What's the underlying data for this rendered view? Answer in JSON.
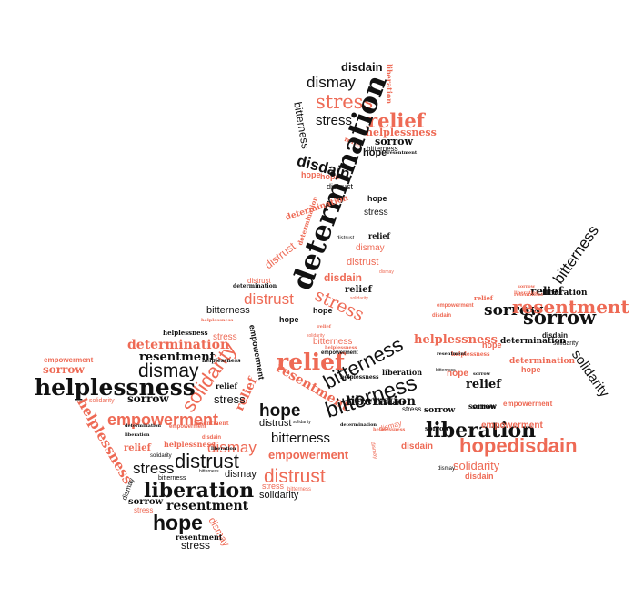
{
  "colors": {
    "dark": "#111111",
    "accent": "#ee6a55"
  },
  "words": [
    {
      "text": "disdain",
      "c": "dark",
      "f": "n",
      "w": "b",
      "size": 13
    },
    {
      "text": "dismay",
      "c": "dark",
      "f": "n",
      "w": "n",
      "size": 17
    },
    {
      "text": "liberation",
      "c": "accent",
      "f": "s",
      "w": "b",
      "size": 8
    },
    {
      "text": "stress",
      "c": "accent",
      "f": "s",
      "w": "n",
      "size": 21
    },
    {
      "text": "bitterness",
      "c": "dark",
      "f": "n",
      "w": "n",
      "size": 12
    },
    {
      "text": "stress",
      "c": "dark",
      "f": "n",
      "w": "n",
      "size": 15
    },
    {
      "text": "relief",
      "c": "accent",
      "f": "s",
      "w": "b",
      "size": 21
    },
    {
      "text": "helplessness",
      "c": "accent",
      "f": "s",
      "w": "b",
      "size": 11
    },
    {
      "text": "relief",
      "c": "accent",
      "f": "s",
      "w": "b",
      "size": 7
    },
    {
      "text": "sorrow",
      "c": "dark",
      "f": "s",
      "w": "b",
      "size": 11
    },
    {
      "text": "bitterness",
      "c": "dark",
      "f": "n",
      "w": "n",
      "size": 8
    },
    {
      "text": "hope",
      "c": "dark",
      "f": "n",
      "w": "b",
      "size": 11
    },
    {
      "text": "resentment",
      "c": "dark",
      "f": "s",
      "w": "b",
      "size": 5
    },
    {
      "text": "disdain",
      "c": "dark",
      "f": "n",
      "w": "b",
      "size": 17
    },
    {
      "text": "hope",
      "c": "accent",
      "f": "n",
      "w": "b",
      "size": 9
    },
    {
      "text": "hope",
      "c": "accent",
      "f": "n",
      "w": "b",
      "size": 9
    },
    {
      "text": "distrust",
      "c": "dark",
      "f": "n",
      "w": "n",
      "size": 9
    },
    {
      "text": "determination",
      "c": "dark",
      "f": "s",
      "w": "b",
      "size": 31
    },
    {
      "text": "hope",
      "c": "dark",
      "f": "n",
      "w": "b",
      "size": 9
    },
    {
      "text": "determination",
      "c": "accent",
      "f": "s",
      "w": "b",
      "size": 9
    },
    {
      "text": "stress",
      "c": "dark",
      "f": "n",
      "w": "n",
      "size": 10
    },
    {
      "text": "determination",
      "c": "accent",
      "f": "s",
      "w": "b",
      "size": 7
    },
    {
      "text": "distrust",
      "c": "dark",
      "f": "n",
      "w": "n",
      "size": 6
    },
    {
      "text": "relief",
      "c": "dark",
      "f": "s",
      "w": "b",
      "size": 8
    },
    {
      "text": "dismay",
      "c": "accent",
      "f": "n",
      "w": "n",
      "size": 10
    },
    {
      "text": "distrust",
      "c": "accent",
      "f": "n",
      "w": "n",
      "size": 12
    },
    {
      "text": "distrust",
      "c": "accent",
      "f": "n",
      "w": "n",
      "size": 11
    },
    {
      "text": "disdain",
      "c": "accent",
      "f": "n",
      "w": "b",
      "size": 12
    },
    {
      "text": "dismay",
      "c": "accent",
      "f": "n",
      "w": "n",
      "size": 5
    },
    {
      "text": "distrust",
      "c": "accent",
      "f": "n",
      "w": "n",
      "size": 8
    },
    {
      "text": "determination",
      "c": "dark",
      "f": "s",
      "w": "b",
      "size": 6
    },
    {
      "text": "relief",
      "c": "dark",
      "f": "s",
      "w": "b",
      "size": 10
    },
    {
      "text": "solidarity",
      "c": "accent",
      "f": "n",
      "w": "n",
      "size": 5
    },
    {
      "text": "distrust",
      "c": "accent",
      "f": "n",
      "w": "n",
      "size": 17
    },
    {
      "text": "stress",
      "c": "accent",
      "f": "s",
      "w": "n",
      "size": 19
    },
    {
      "text": "bitterness",
      "c": "dark",
      "f": "n",
      "w": "n",
      "size": 11
    },
    {
      "text": "empowerment",
      "c": "dark",
      "f": "n",
      "w": "b",
      "size": 9
    },
    {
      "text": "hope",
      "c": "dark",
      "f": "n",
      "w": "b",
      "size": 9
    },
    {
      "text": "hope",
      "c": "dark",
      "f": "n",
      "w": "b",
      "size": 9
    },
    {
      "text": "helplessness",
      "c": "accent",
      "f": "s",
      "w": "b",
      "size": 5
    },
    {
      "text": "helplessness",
      "c": "dark",
      "f": "s",
      "w": "b",
      "size": 7
    },
    {
      "text": "stress",
      "c": "accent",
      "f": "n",
      "w": "n",
      "size": 10
    },
    {
      "text": "determination",
      "c": "accent",
      "f": "s",
      "w": "b",
      "size": 14
    },
    {
      "text": "resentment",
      "c": "dark",
      "f": "s",
      "w": "b",
      "size": 13
    },
    {
      "text": "solidarity",
      "c": "accent",
      "f": "n",
      "w": "n",
      "size": 22
    },
    {
      "text": "relief",
      "c": "accent",
      "f": "s",
      "w": "b",
      "size": 25
    },
    {
      "text": "helplessness",
      "c": "dark",
      "f": "s",
      "w": "b",
      "size": 6
    },
    {
      "text": "bitterness",
      "c": "dark",
      "f": "n",
      "w": "n",
      "size": 22
    },
    {
      "text": "resentment",
      "c": "accent",
      "f": "s",
      "w": "b",
      "size": 14
    },
    {
      "text": "empowerment",
      "c": "accent",
      "f": "n",
      "w": "b",
      "size": 8
    },
    {
      "text": "sorrow",
      "c": "accent",
      "f": "s",
      "w": "b",
      "size": 12
    },
    {
      "text": "dismay",
      "c": "dark",
      "f": "n",
      "w": "n",
      "size": 21
    },
    {
      "text": "helplessness",
      "c": "dark",
      "f": "s",
      "w": "b",
      "size": 25
    },
    {
      "text": "solidarity",
      "c": "accent",
      "f": "n",
      "w": "n",
      "size": 7
    },
    {
      "text": "sorrow",
      "c": "dark",
      "f": "s",
      "w": "b",
      "size": 12
    },
    {
      "text": "helplessness",
      "c": "accent",
      "f": "s",
      "w": "b",
      "size": 15
    },
    {
      "text": "relief",
      "c": "accent",
      "f": "s",
      "w": "b",
      "size": 13
    },
    {
      "text": "relief",
      "c": "dark",
      "f": "s",
      "w": "b",
      "size": 8
    },
    {
      "text": "stress",
      "c": "dark",
      "f": "n",
      "w": "n",
      "size": 13
    },
    {
      "text": "empowerment",
      "c": "accent",
      "f": "n",
      "w": "b",
      "size": 18
    },
    {
      "text": "determination",
      "c": "dark",
      "f": "s",
      "w": "b",
      "size": 5
    },
    {
      "text": "empowerment",
      "c": "accent",
      "f": "n",
      "w": "b",
      "size": 6
    },
    {
      "text": "resentment",
      "c": "accent",
      "f": "s",
      "w": "b",
      "size": 6
    },
    {
      "text": "liberation",
      "c": "dark",
      "f": "s",
      "w": "b",
      "size": 5
    },
    {
      "text": "disdain",
      "c": "accent",
      "f": "n",
      "w": "b",
      "size": 6
    },
    {
      "text": "helplessness",
      "c": "accent",
      "f": "s",
      "w": "b",
      "size": 8
    },
    {
      "text": "dismay",
      "c": "accent",
      "f": "n",
      "w": "n",
      "size": 17
    },
    {
      "text": "relief",
      "c": "accent",
      "f": "s",
      "w": "b",
      "size": 10
    },
    {
      "text": "liberation",
      "c": "dark",
      "f": "s",
      "w": "b",
      "size": 5
    },
    {
      "text": "solidarity",
      "c": "dark",
      "f": "n",
      "w": "n",
      "size": 6
    },
    {
      "text": "distrust",
      "c": "dark",
      "f": "n",
      "w": "n",
      "size": 22
    },
    {
      "text": "stress",
      "c": "dark",
      "f": "n",
      "w": "n",
      "size": 17
    },
    {
      "text": "bitterness",
      "c": "dark",
      "f": "n",
      "w": "n",
      "size": 7
    },
    {
      "text": "bitterness",
      "c": "dark",
      "f": "n",
      "w": "n",
      "size": 5
    },
    {
      "text": "dismay",
      "c": "dark",
      "f": "n",
      "w": "n",
      "size": 11
    },
    {
      "text": "dismay",
      "c": "dark",
      "f": "n",
      "w": "n",
      "size": 8
    },
    {
      "text": "liberation",
      "c": "dark",
      "f": "s",
      "w": "b",
      "size": 22
    },
    {
      "text": "sorrow",
      "c": "dark",
      "f": "s",
      "w": "b",
      "size": 10
    },
    {
      "text": "resentment",
      "c": "dark",
      "f": "s",
      "w": "b",
      "size": 14
    },
    {
      "text": "stress",
      "c": "accent",
      "f": "n",
      "w": "n",
      "size": 8
    },
    {
      "text": "hope",
      "c": "dark",
      "f": "n",
      "w": "b",
      "size": 23
    },
    {
      "text": "dismay",
      "c": "accent",
      "f": "n",
      "w": "n",
      "size": 11
    },
    {
      "text": "resentment",
      "c": "dark",
      "f": "s",
      "w": "b",
      "size": 8
    },
    {
      "text": "stress",
      "c": "dark",
      "f": "n",
      "w": "n",
      "size": 12
    },
    {
      "text": "hope",
      "c": "dark",
      "f": "n",
      "w": "b",
      "size": 19
    },
    {
      "text": "distrust",
      "c": "dark",
      "f": "n",
      "w": "n",
      "size": 11
    },
    {
      "text": "solidarity",
      "c": "dark",
      "f": "n",
      "w": "n",
      "size": 5
    },
    {
      "text": "determination",
      "c": "dark",
      "f": "s",
      "w": "b",
      "size": 5
    },
    {
      "text": "bitterness",
      "c": "dark",
      "f": "n",
      "w": "n",
      "size": 15
    },
    {
      "text": "empowerment",
      "c": "accent",
      "f": "n",
      "w": "b",
      "size": 13
    },
    {
      "text": "distrust",
      "c": "accent",
      "f": "n",
      "w": "n",
      "size": 21
    },
    {
      "text": "stress",
      "c": "accent",
      "f": "n",
      "w": "n",
      "size": 9
    },
    {
      "text": "bitterness",
      "c": "accent",
      "f": "n",
      "w": "n",
      "size": 6
    },
    {
      "text": "solidarity",
      "c": "dark",
      "f": "n",
      "w": "n",
      "size": 11
    },
    {
      "text": "relief",
      "c": "accent",
      "f": "s",
      "w": "b",
      "size": 5
    },
    {
      "text": "bitterness",
      "c": "accent",
      "f": "n",
      "w": "n",
      "size": 10
    },
    {
      "text": "solidarity",
      "c": "accent",
      "f": "n",
      "w": "n",
      "size": 5
    },
    {
      "text": "helplessness",
      "c": "accent",
      "f": "s",
      "w": "b",
      "size": 5
    },
    {
      "text": "empowerment",
      "c": "dark",
      "f": "n",
      "w": "b",
      "size": 6
    },
    {
      "text": "bitterness",
      "c": "dark",
      "f": "n",
      "w": "n",
      "size": 24
    },
    {
      "text": "helplessness",
      "c": "dark",
      "f": "s",
      "w": "b",
      "size": 6
    },
    {
      "text": "liberation",
      "c": "dark",
      "f": "s",
      "w": "b",
      "size": 8
    },
    {
      "text": "hope",
      "c": "accent",
      "f": "n",
      "w": "b",
      "size": 10
    },
    {
      "text": "liberation",
      "c": "dark",
      "f": "s",
      "w": "b",
      "size": 14
    },
    {
      "text": "distrust",
      "c": "dark",
      "f": "n",
      "w": "n",
      "size": 6
    },
    {
      "text": "disdain",
      "c": "dark",
      "f": "n",
      "w": "b",
      "size": 9
    },
    {
      "text": "stress",
      "c": "dark",
      "f": "n",
      "w": "n",
      "size": 8
    },
    {
      "text": "dismay",
      "c": "accent",
      "f": "n",
      "w": "n",
      "size": 8
    },
    {
      "text": "liberation",
      "c": "dark",
      "f": "s",
      "w": "b",
      "size": 22
    },
    {
      "text": "disdain",
      "c": "accent",
      "f": "n",
      "w": "b",
      "size": 10
    },
    {
      "text": "hopedisdain",
      "c": "accent",
      "f": "n",
      "w": "b",
      "size": 22
    },
    {
      "text": "solidarity",
      "c": "accent",
      "f": "n",
      "w": "n",
      "size": 13
    },
    {
      "text": "dismay",
      "c": "dark",
      "f": "n",
      "w": "n",
      "size": 6
    },
    {
      "text": "disdain",
      "c": "accent",
      "f": "n",
      "w": "b",
      "size": 9
    },
    {
      "text": "helplessness",
      "c": "accent",
      "f": "s",
      "w": "b",
      "size": 5
    },
    {
      "text": "sorrow",
      "c": "dark",
      "f": "s",
      "w": "b",
      "size": 7
    },
    {
      "text": "sorrow",
      "c": "dark",
      "f": "s",
      "w": "b",
      "size": 9
    },
    {
      "text": "sorrow",
      "c": "dark",
      "f": "s",
      "w": "b",
      "size": 7
    },
    {
      "text": "dismay",
      "c": "accent",
      "f": "n",
      "w": "n",
      "size": 6
    },
    {
      "text": "helplessness",
      "c": "accent",
      "f": "s",
      "w": "b",
      "size": 6
    },
    {
      "text": "sorrow",
      "c": "dark",
      "f": "s",
      "w": "b",
      "size": 8
    },
    {
      "text": "empowerment",
      "c": "accent",
      "f": "n",
      "w": "b",
      "size": 10
    },
    {
      "text": "relief",
      "c": "accent",
      "f": "s",
      "w": "b",
      "size": 7
    },
    {
      "text": "sorrow",
      "c": "accent",
      "f": "s",
      "w": "b",
      "size": 5
    },
    {
      "text": "relief",
      "c": "dark",
      "f": "s",
      "w": "b",
      "size": 12
    },
    {
      "text": "empowerment",
      "c": "accent",
      "f": "n",
      "w": "b",
      "size": 6
    },
    {
      "text": "resentment",
      "c": "accent",
      "f": "s",
      "w": "b",
      "size": 5
    },
    {
      "text": "sorrow",
      "c": "dark",
      "f": "s",
      "w": "b",
      "size": 17
    },
    {
      "text": "resentment",
      "c": "accent",
      "f": "s",
      "w": "b",
      "size": 20
    },
    {
      "text": "sorrow",
      "c": "dark",
      "f": "s",
      "w": "b",
      "size": 21
    },
    {
      "text": "bitterness",
      "c": "dark",
      "f": "n",
      "w": "n",
      "size": 17
    },
    {
      "text": "liberation",
      "c": "dark",
      "f": "s",
      "w": "b",
      "size": 9
    },
    {
      "text": "liberation",
      "c": "accent",
      "f": "s",
      "w": "b",
      "size": 5
    },
    {
      "text": "disdain",
      "c": "accent",
      "f": "n",
      "w": "b",
      "size": 6
    },
    {
      "text": "helplessness",
      "c": "accent",
      "f": "s",
      "w": "b",
      "size": 13
    },
    {
      "text": "determination",
      "c": "dark",
      "f": "s",
      "w": "b",
      "size": 9
    },
    {
      "text": "disdain",
      "c": "dark",
      "f": "n",
      "w": "b",
      "size": 8
    },
    {
      "text": "hope",
      "c": "accent",
      "f": "n",
      "w": "b",
      "size": 9
    },
    {
      "text": "solidarity",
      "c": "dark",
      "f": "n",
      "w": "n",
      "size": 7
    },
    {
      "text": "resentment",
      "c": "dark",
      "f": "s",
      "w": "b",
      "size": 5
    },
    {
      "text": "determination",
      "c": "accent",
      "f": "s",
      "w": "b",
      "size": 9
    },
    {
      "text": "solidarity",
      "c": "dark",
      "f": "n",
      "w": "n",
      "size": 15
    },
    {
      "text": "bitterness",
      "c": "dark",
      "f": "n",
      "w": "n",
      "size": 5
    },
    {
      "text": "sorrow",
      "c": "dark",
      "f": "s",
      "w": "b",
      "size": 5
    },
    {
      "text": "relief",
      "c": "dark",
      "f": "s",
      "w": "b",
      "size": 13
    },
    {
      "text": "hope",
      "c": "accent",
      "f": "n",
      "w": "b",
      "size": 9
    },
    {
      "text": "empowerment",
      "c": "accent",
      "f": "n",
      "w": "b",
      "size": 8
    }
  ]
}
